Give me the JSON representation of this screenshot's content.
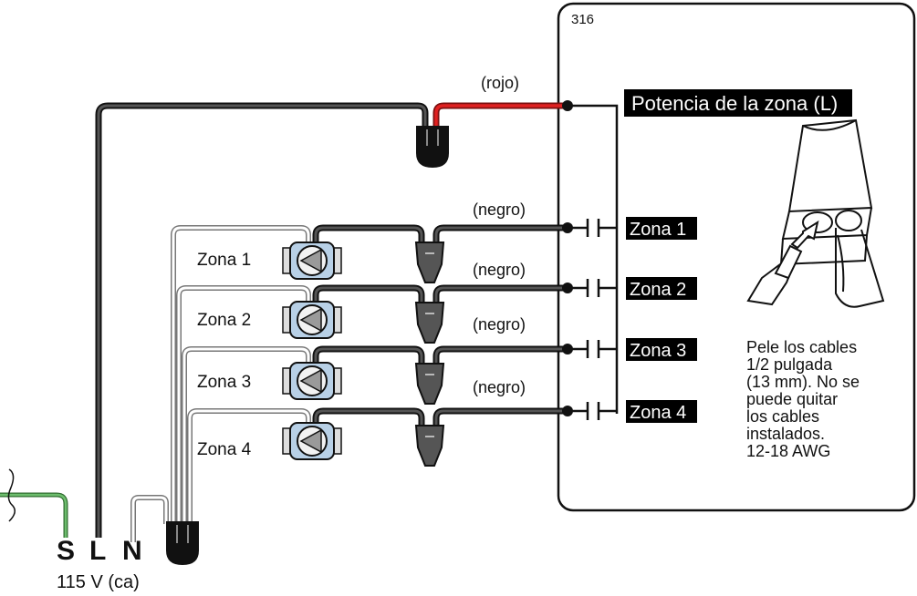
{
  "module": {
    "model": "316",
    "zone_power_label": "Potencia de la zona (L)",
    "zone_labels": [
      "Zona 1",
      "Zona 2",
      "Zona 3",
      "Zona 4"
    ],
    "instructions": [
      "Pele los cables",
      "1/2 pulgada",
      "(13 mm). No se",
      "puede quitar",
      "los cables",
      "instalados.",
      "12-18 AWG"
    ]
  },
  "wires": {
    "red_label": "(rojo)",
    "black_labels": [
      "(negro)",
      "(negro)",
      "(negro)",
      "(negro)"
    ]
  },
  "pumps": {
    "labels": [
      "Zona 1",
      "Zona 2",
      "Zona 3",
      "Zona 4"
    ]
  },
  "supply": {
    "terminals": [
      "S",
      "L",
      "N"
    ],
    "voltage": "115 V (ca)"
  },
  "colors": {
    "red_wire": "#e02020",
    "black_wire": "#2b2b2b",
    "ground_wire": "#6dbd6d",
    "pump_body": "#b8d0e6"
  }
}
